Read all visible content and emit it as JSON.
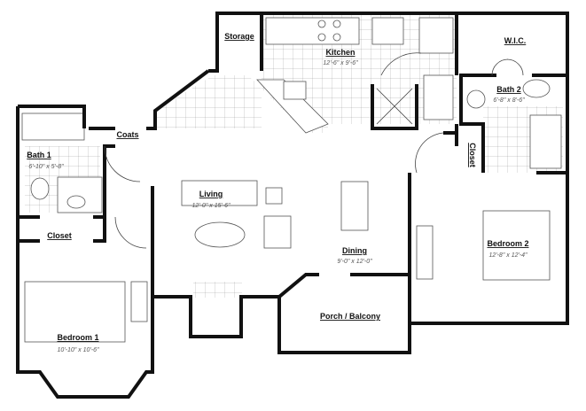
{
  "rooms": {
    "storage": {
      "name": "Storage"
    },
    "kitchen": {
      "name": "Kitchen",
      "size": "12'-6\" x 9'-6\""
    },
    "wic": {
      "name": "W.I.C."
    },
    "bath2": {
      "name": "Bath 2",
      "size": "6'-8\" x 8'-6\""
    },
    "coats": {
      "name": "Coats"
    },
    "bath1": {
      "name": "Bath 1",
      "size": "6'-10\" x 5'-8\""
    },
    "closet1": {
      "name": "Closet"
    },
    "closet2": {
      "name": "Closet"
    },
    "living": {
      "name": "Living",
      "size": "12'-0\" x 15'-6\""
    },
    "dining": {
      "name": "Dining",
      "size": "9'-0\" x 12'-0\""
    },
    "bedroom2": {
      "name": "Bedroom 2",
      "size": "12'-8\" x 12'-4\""
    },
    "porch": {
      "name": "Porch / Balcony"
    },
    "bedroom1": {
      "name": "Bedroom 1",
      "size": "10'-10\" x 10'-6\""
    }
  }
}
